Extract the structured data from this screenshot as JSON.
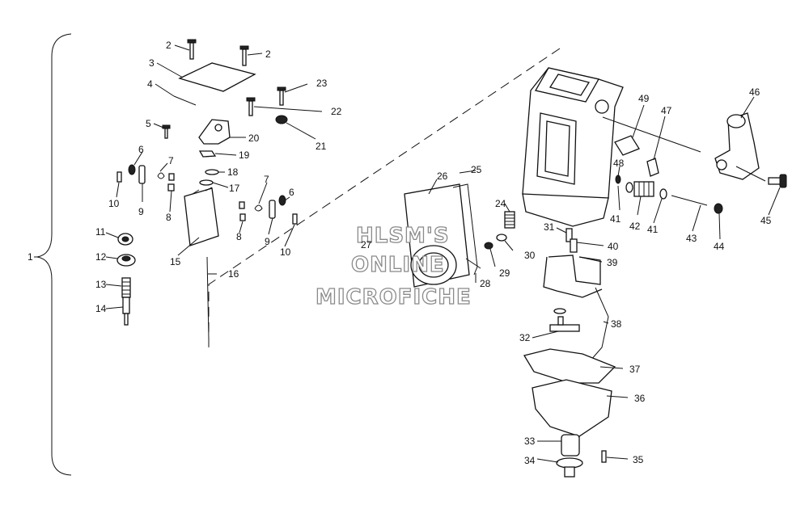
{
  "callouts": [
    {
      "id": "1",
      "text": "1"
    },
    {
      "id": "2a",
      "text": "2"
    },
    {
      "id": "2b",
      "text": "2"
    },
    {
      "id": "3",
      "text": "3"
    },
    {
      "id": "4",
      "text": "4"
    },
    {
      "id": "5",
      "text": "5"
    },
    {
      "id": "6a",
      "text": "6"
    },
    {
      "id": "6b",
      "text": "6"
    },
    {
      "id": "7a",
      "text": "7"
    },
    {
      "id": "7b",
      "text": "7"
    },
    {
      "id": "8a",
      "text": "8"
    },
    {
      "id": "8b",
      "text": "8"
    },
    {
      "id": "9a",
      "text": "9"
    },
    {
      "id": "9b",
      "text": "9"
    },
    {
      "id": "10a",
      "text": "10"
    },
    {
      "id": "10b",
      "text": "10"
    },
    {
      "id": "11",
      "text": "11"
    },
    {
      "id": "12",
      "text": "12"
    },
    {
      "id": "13",
      "text": "13"
    },
    {
      "id": "14",
      "text": "14"
    },
    {
      "id": "15",
      "text": "15"
    },
    {
      "id": "16",
      "text": "16"
    },
    {
      "id": "17",
      "text": "17"
    },
    {
      "id": "18",
      "text": "18"
    },
    {
      "id": "19",
      "text": "19"
    },
    {
      "id": "20",
      "text": "20"
    },
    {
      "id": "21",
      "text": "21"
    },
    {
      "id": "22",
      "text": "22"
    },
    {
      "id": "23",
      "text": "23"
    },
    {
      "id": "24",
      "text": "24"
    },
    {
      "id": "25",
      "text": "25"
    },
    {
      "id": "26",
      "text": "26"
    },
    {
      "id": "27",
      "text": "27"
    },
    {
      "id": "28",
      "text": "28"
    },
    {
      "id": "29",
      "text": "29"
    },
    {
      "id": "30",
      "text": "30"
    },
    {
      "id": "31",
      "text": "31"
    },
    {
      "id": "32",
      "text": "32"
    },
    {
      "id": "33",
      "text": "33"
    },
    {
      "id": "34",
      "text": "34"
    },
    {
      "id": "35",
      "text": "35"
    },
    {
      "id": "36",
      "text": "36"
    },
    {
      "id": "37",
      "text": "37"
    },
    {
      "id": "38",
      "text": "38"
    },
    {
      "id": "39",
      "text": "39"
    },
    {
      "id": "40",
      "text": "40"
    },
    {
      "id": "41a",
      "text": "41"
    },
    {
      "id": "41b",
      "text": "41"
    },
    {
      "id": "42",
      "text": "42"
    },
    {
      "id": "43",
      "text": "43"
    },
    {
      "id": "44",
      "text": "44"
    },
    {
      "id": "45",
      "text": "45"
    },
    {
      "id": "46",
      "text": "46"
    },
    {
      "id": "47",
      "text": "47"
    },
    {
      "id": "48",
      "text": "48"
    },
    {
      "id": "49",
      "text": "49"
    }
  ],
  "watermark": {
    "line1": "HLSM'S",
    "line2": "ONLINE",
    "line3": "MICROFICHE"
  }
}
